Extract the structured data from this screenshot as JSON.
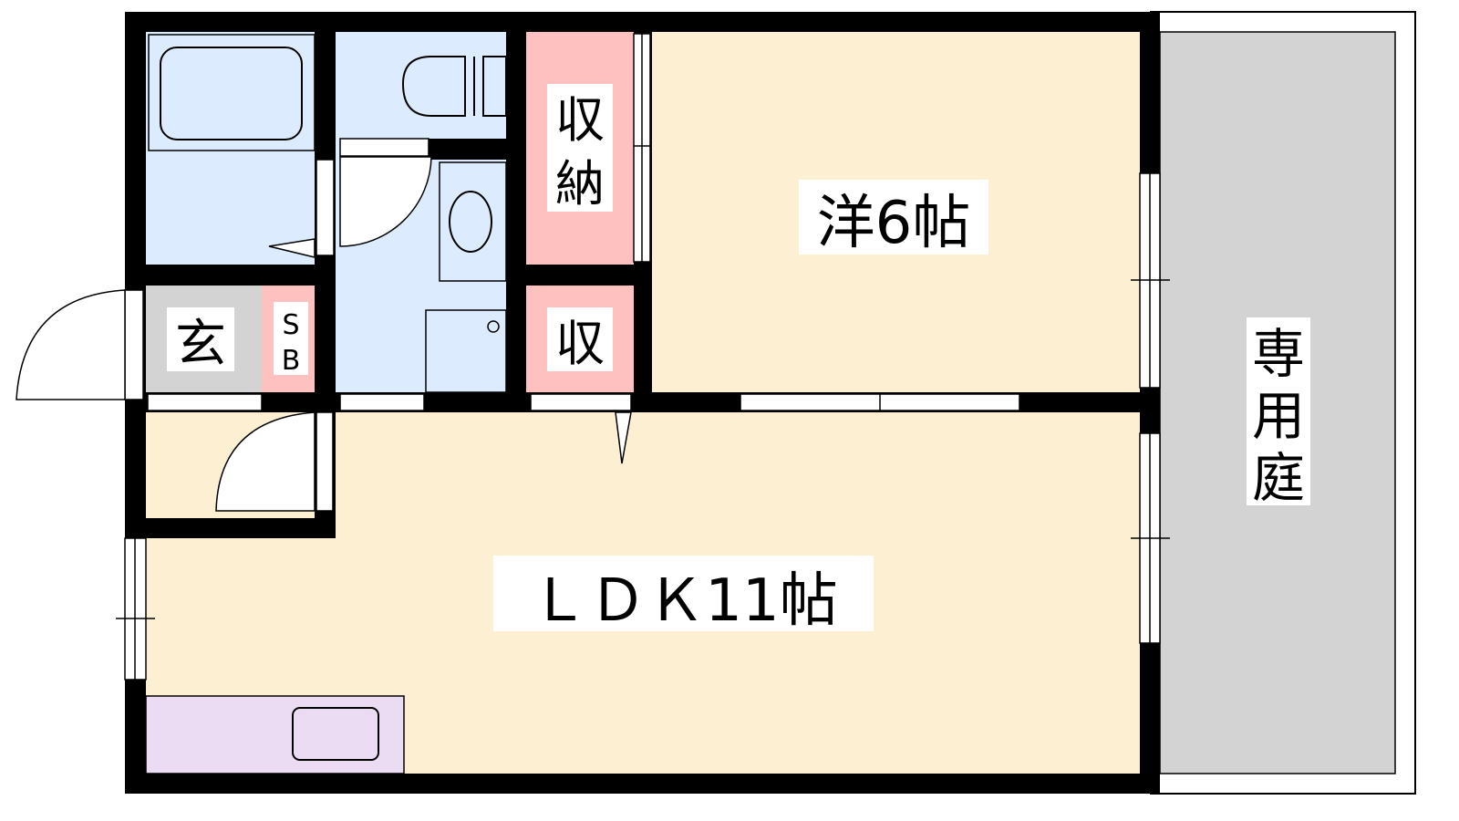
{
  "rooms": {
    "western": "洋6帖",
    "ldk": "ＬＤＫ11帖",
    "storage_large_1": "収",
    "storage_large_2": "納",
    "storage_small": "収",
    "entrance": "玄",
    "shoebox_1": "S",
    "shoebox_2": "B",
    "garden_1": "専",
    "garden_2": "用",
    "garden_3": "庭"
  },
  "colors": {
    "wet_area": "#dcebfd",
    "storage": "#ffc0c0",
    "living": "#fdf0d2",
    "entrance": "#d3d3d3",
    "kitchen": "#ecdcf3",
    "wall": "#000000"
  }
}
